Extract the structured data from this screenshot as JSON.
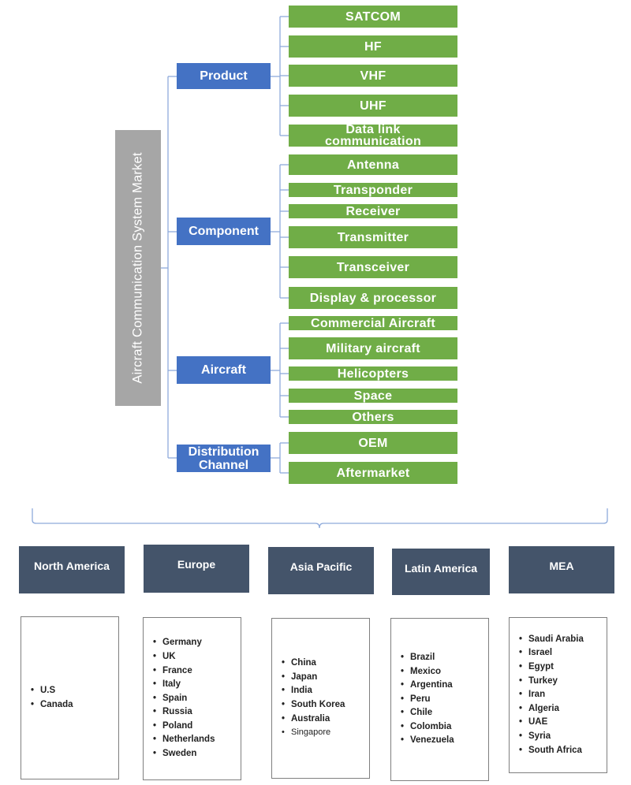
{
  "root": {
    "label": "Aircraft Communication System Market"
  },
  "categories": [
    {
      "label": "Product",
      "items": [
        "SATCOM",
        "HF",
        "VHF",
        "UHF",
        "Data link communication"
      ]
    },
    {
      "label": "Component",
      "items": [
        "Antenna",
        "Transponder",
        "Receiver",
        "Transmitter",
        "Transceiver",
        "Display & processor"
      ]
    },
    {
      "label": "Aircraft",
      "items": [
        "Commercial Aircraft",
        "Military aircraft",
        "Helicopters",
        "Space",
        "Others"
      ]
    },
    {
      "label": "Distribution Channel",
      "items": [
        "OEM",
        "Aftermarket"
      ]
    }
  ],
  "regions": [
    {
      "label": "North America",
      "countries": [
        "U.S",
        "Canada"
      ]
    },
    {
      "label": "Europe",
      "countries": [
        "Germany",
        "UK",
        "France",
        "Italy",
        "Spain",
        "Russia",
        "Poland",
        "Netherlands",
        "Sweden"
      ]
    },
    {
      "label": "Asia Pacific",
      "countries": [
        "China",
        "Japan",
        "India",
        "South Korea",
        "Australia",
        "Singapore"
      ]
    },
    {
      "label": "Latin America",
      "countries": [
        "Brazil",
        "Mexico",
        "Argentina",
        "Peru",
        "Chile",
        "Colombia",
        "Venezuela"
      ]
    },
    {
      "label": "MEA",
      "countries": [
        "Saudi Arabia",
        "Israel",
        "Egypt",
        "Turkey",
        "Iran",
        "Algeria",
        "UAE",
        "Syria",
        "South Africa"
      ]
    }
  ],
  "colors": {
    "root": "#a6a6a6",
    "category": "#4472c4",
    "leaf": "#70ad47",
    "region": "#44546a",
    "connector": "#8eaadb"
  }
}
